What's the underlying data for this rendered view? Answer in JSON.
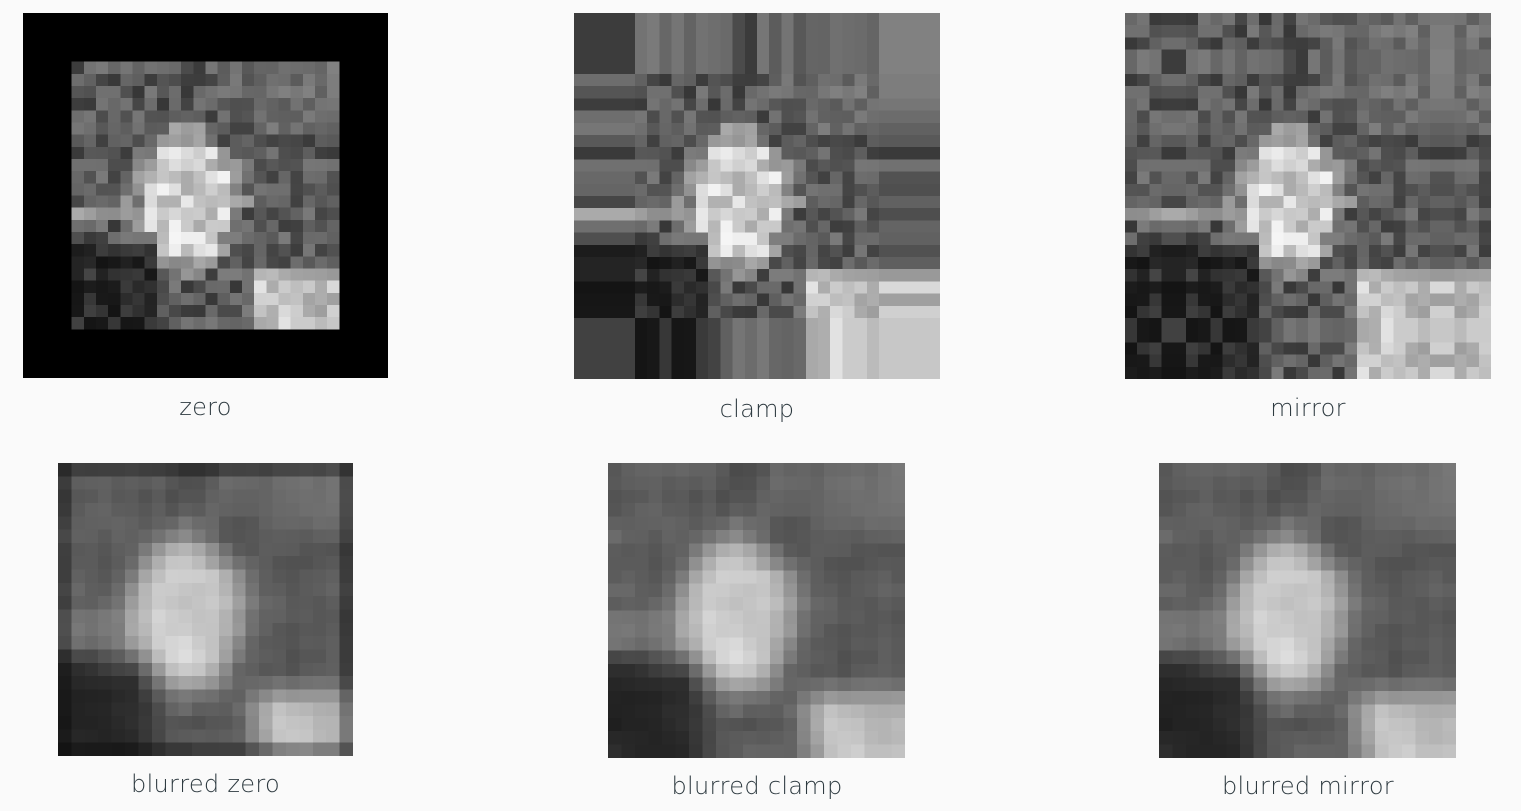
{
  "panels": [
    {
      "id": "zero",
      "label": "zero",
      "mode": "zero",
      "blurred": false
    },
    {
      "id": "clamp",
      "label": "clamp",
      "mode": "clamp",
      "blurred": false
    },
    {
      "id": "mirror",
      "label": "mirror",
      "mode": "mirror",
      "blurred": false
    },
    {
      "id": "blurred-zero",
      "label": "blurred zero",
      "mode": "zero",
      "blurred": true
    },
    {
      "id": "blurred-clamp",
      "label": "blurred clamp",
      "mode": "clamp",
      "blurred": true
    },
    {
      "id": "blurred-mirror",
      "label": "blurred mirror",
      "mode": "mirror",
      "blurred": true
    }
  ],
  "colors": {
    "background": "#fafafa",
    "caption": "#2e3a40",
    "zero_pad": "#000000"
  }
}
